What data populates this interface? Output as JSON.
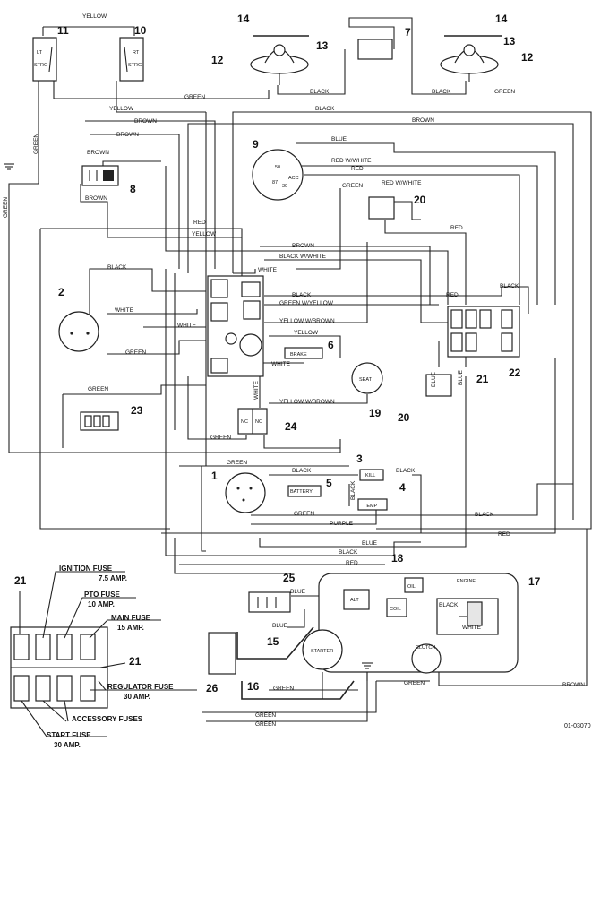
{
  "components": {
    "c1": "1",
    "c2": "2",
    "c3": "3",
    "c4": "4",
    "c5": "5",
    "c6": "6",
    "c7": "7",
    "c8": "8",
    "c9": "9",
    "c10": "10",
    "c11": "11",
    "c12": "12",
    "c13": "13",
    "c14": "14",
    "c15": "15",
    "c16": "16",
    "c17": "17",
    "c18": "18",
    "c19": "19",
    "c20": "20",
    "c21": "21",
    "c22": "22",
    "c23": "23",
    "c24": "24",
    "c25": "25",
    "c26": "26"
  },
  "wires": {
    "yellow": "YELLOW",
    "green": "GREEN",
    "black": "BLACK",
    "brown": "BROWN",
    "blue": "BLUE",
    "red": "RED",
    "white": "WHITE",
    "purple": "PURPLE",
    "red_white": "RED W/WHITE",
    "black_white": "BLACK W/WHITE",
    "green_yellow": "GREEN W/YELLOW",
    "yellow_brown": "YELLOW W/BROWN"
  },
  "parts": {
    "lt_strg_1": "LT",
    "lt_strg_2": "STRG",
    "rt_strg_1": "RT",
    "rt_strg_2": "STRG",
    "battery": "BATTERY",
    "brake": "BRAKE",
    "seat": "SEAT",
    "kill": "KILL",
    "temp": "TEMP",
    "alt": "ALT",
    "coil": "COIL",
    "oil": "OIL",
    "engine": "ENGINE",
    "starter": "STARTER",
    "clutch": "CLUTCH",
    "nc": "NC",
    "no": "NO",
    "acc": "ACC",
    "t50": "50",
    "t87": "87",
    "t30": "30"
  },
  "fuses": {
    "ignition": "IGNITION FUSE",
    "ignition_amp": "7.5 AMP.",
    "pto": "PTO FUSE",
    "pto_amp": "10 AMP.",
    "main": "MAIN FUSE",
    "main_amp": "15 AMP.",
    "regulator": "REGULATOR FUSE",
    "regulator_amp": "30 AMP.",
    "accessory": "ACCESSORY FUSES",
    "start": "START FUSE",
    "start_amp": "30 AMP.",
    "c21a": "21",
    "c21b": "21"
  },
  "drawing_code": "01-03070"
}
